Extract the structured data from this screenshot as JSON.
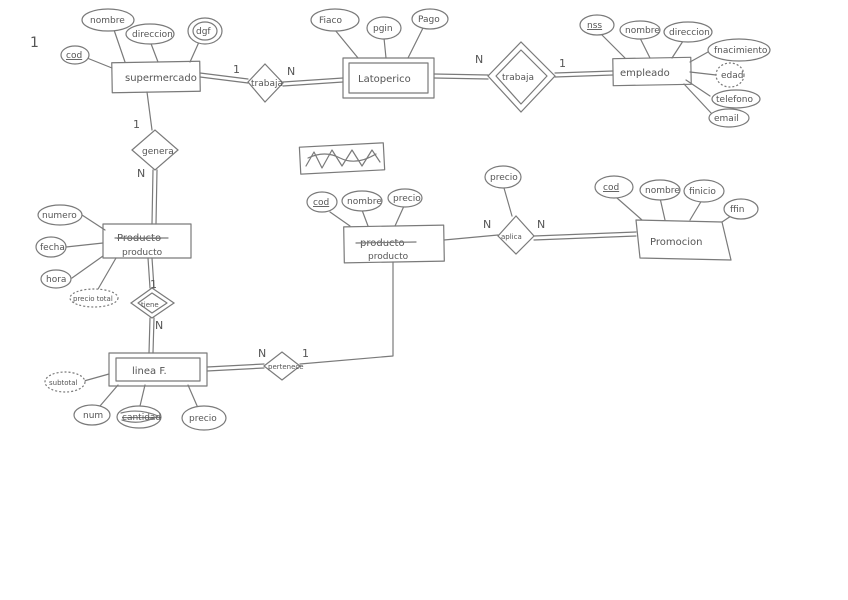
{
  "page_number": "1",
  "scribble_mark": "",
  "entities": [
    {
      "id": "supermercado",
      "label": "supermercado"
    },
    {
      "id": "latoperico",
      "label": "Latoperico"
    },
    {
      "id": "empleado",
      "label": "empleado"
    },
    {
      "id": "producto",
      "label": "producto",
      "struck_label": "Producto"
    },
    {
      "id": "producto2",
      "label": "producto",
      "struck_label": "producto"
    },
    {
      "id": "promocion",
      "label": "Promocion"
    },
    {
      "id": "linea",
      "label": "linea F."
    }
  ],
  "relationships": [
    {
      "id": "trabaja",
      "label": "trabaja"
    },
    {
      "id": "trabaja2",
      "label": "trabaja"
    },
    {
      "id": "genera",
      "label": "genera"
    },
    {
      "id": "tiene",
      "label": "tiene"
    },
    {
      "id": "aplica",
      "label": "aplica"
    },
    {
      "id": "pertenece",
      "label": "pertenece"
    }
  ],
  "attributes": [
    {
      "label": "nombre"
    },
    {
      "label": "direccion"
    },
    {
      "label": "dgf"
    },
    {
      "label": "cod"
    },
    {
      "label": "Fiaco"
    },
    {
      "label": "pgin"
    },
    {
      "label": "Pago"
    },
    {
      "label": "nss"
    },
    {
      "label": "nombre"
    },
    {
      "label": "direccion"
    },
    {
      "label": "fnacimiento"
    },
    {
      "label": "edad"
    },
    {
      "label": "telefono"
    },
    {
      "label": "email"
    },
    {
      "label": "numero"
    },
    {
      "label": "fecha"
    },
    {
      "label": "hora"
    },
    {
      "label": "precio total"
    },
    {
      "label": "cod"
    },
    {
      "label": "nombre"
    },
    {
      "label": "precio"
    },
    {
      "label": "precio"
    },
    {
      "label": "cod"
    },
    {
      "label": "nombre"
    },
    {
      "label": "finicio"
    },
    {
      "label": "ffin"
    },
    {
      "label": "subtotal"
    },
    {
      "label": "num"
    },
    {
      "label": "cantidad"
    },
    {
      "label": "precio"
    }
  ],
  "cardinalities": [
    "1",
    "N",
    "N",
    "1",
    "1",
    "N",
    "1",
    "N",
    "N",
    "N",
    "N",
    "1"
  ]
}
